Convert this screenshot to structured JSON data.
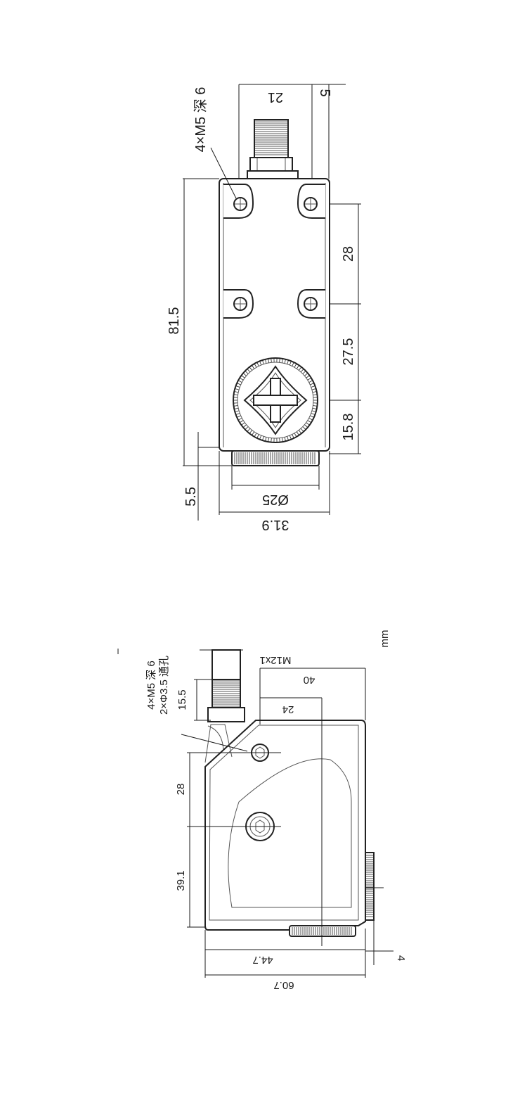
{
  "units": "mm",
  "front_view": {
    "callout_holes": "4×M5 深 6",
    "dims": {
      "connector_width": "21",
      "connector_offset": "5",
      "total_height": "81.5",
      "hole_pitch_v": "28",
      "hole_to_knob": "27.5",
      "knob_to_bottom": "15.8",
      "dial_height": "5.5",
      "dial_diameter": "Ø25",
      "body_width": "31.9"
    }
  },
  "side_view": {
    "callout_holes": "4×M5 深 6",
    "callout_through": "2×Φ3.5 通孔",
    "dims": {
      "thread": "M12x1",
      "width_40": "40",
      "offset_24": "24",
      "connector_height": "15.5",
      "hole_pitch_v": "28",
      "hole_to_bottom": "39.1",
      "width_44_7": "44.7",
      "width_60_7": "60.7",
      "knob_protrusion": "4"
    }
  }
}
